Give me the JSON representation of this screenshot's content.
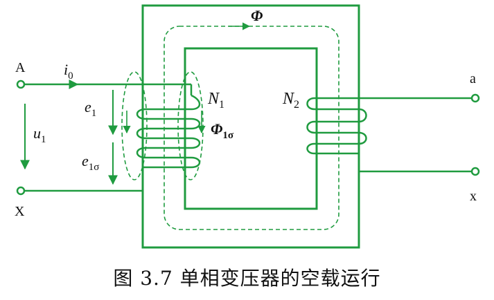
{
  "colors": {
    "green": "#1f9b3f",
    "text": "#111111",
    "background": "#ffffff"
  },
  "diagram": {
    "flux_main": "Φ",
    "terminal_A": "A",
    "terminal_X": "X",
    "terminal_a": "a",
    "terminal_x": "x",
    "current": {
      "main": "i",
      "sub": "0"
    },
    "voltage": {
      "main": "u",
      "sub": "1"
    },
    "emf": {
      "main": "e",
      "sub": "1"
    },
    "leak_emf": {
      "main": "e",
      "sub": "1σ"
    },
    "winding1": {
      "main": "N",
      "sub": "1"
    },
    "winding2": {
      "main": "N",
      "sub": "2"
    },
    "leak_flux": {
      "main": "Φ",
      "sub": "1σ"
    }
  },
  "caption": "图 3.7 单相变压器的空载运行"
}
